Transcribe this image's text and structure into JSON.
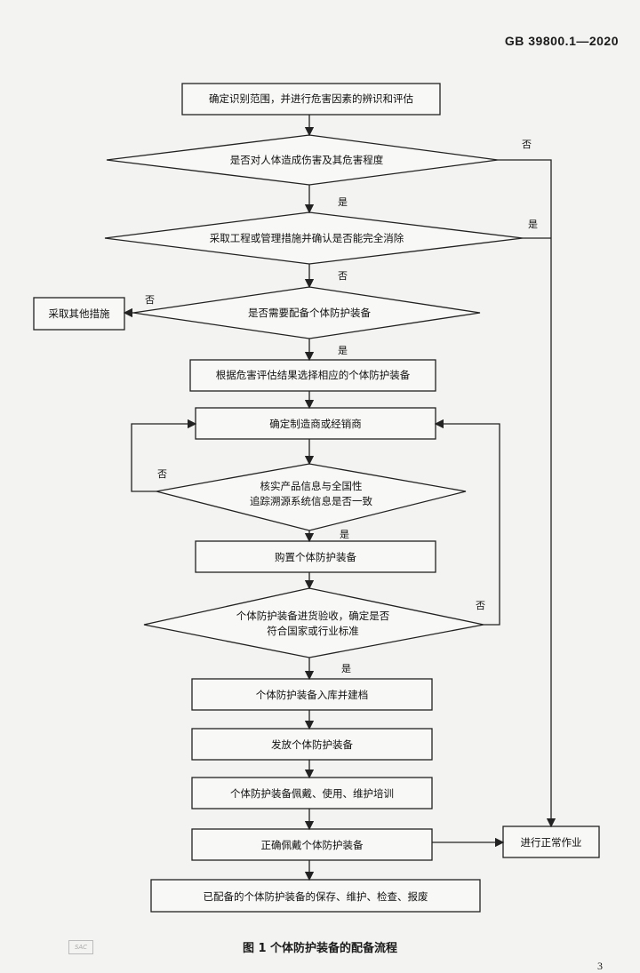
{
  "header": {
    "standard_no": "GB 39800.1—2020"
  },
  "flow": {
    "s1": "确定识别范围，并进行危害因素的辨识和评估",
    "d1": "是否对人体造成伤害及其危害程度",
    "d2": "采取工程或管理措施并确认是否能完全消除",
    "d3": "是否需要配备个体防护装备",
    "other": "采取其他措施",
    "s2": "根据危害评估结果选择相应的个体防护装备",
    "s3": "确定制造商或经销商",
    "d4_line1": "核实产品信息与全国性",
    "d4_line2": "追踪溯源系统信息是否一致",
    "s4": "购置个体防护装备",
    "d5_line1": "个体防护装备进货验收，确定是否",
    "d5_line2": "符合国家或行业标准",
    "s5": "个体防护装备入库并建档",
    "s6": "发放个体防护装备",
    "s7": "个体防护装备佩戴、使用、维护培训",
    "s8": "正确佩戴个体防护装备",
    "normal": "进行正常作业",
    "s9": "已配备的个体防护装备的保存、维护、检查、报废"
  },
  "labels": {
    "yes": "是",
    "no": "否"
  },
  "caption": "图 1    个体防护装备的配备流程",
  "page_number": "3",
  "logo_text": "SAC"
}
